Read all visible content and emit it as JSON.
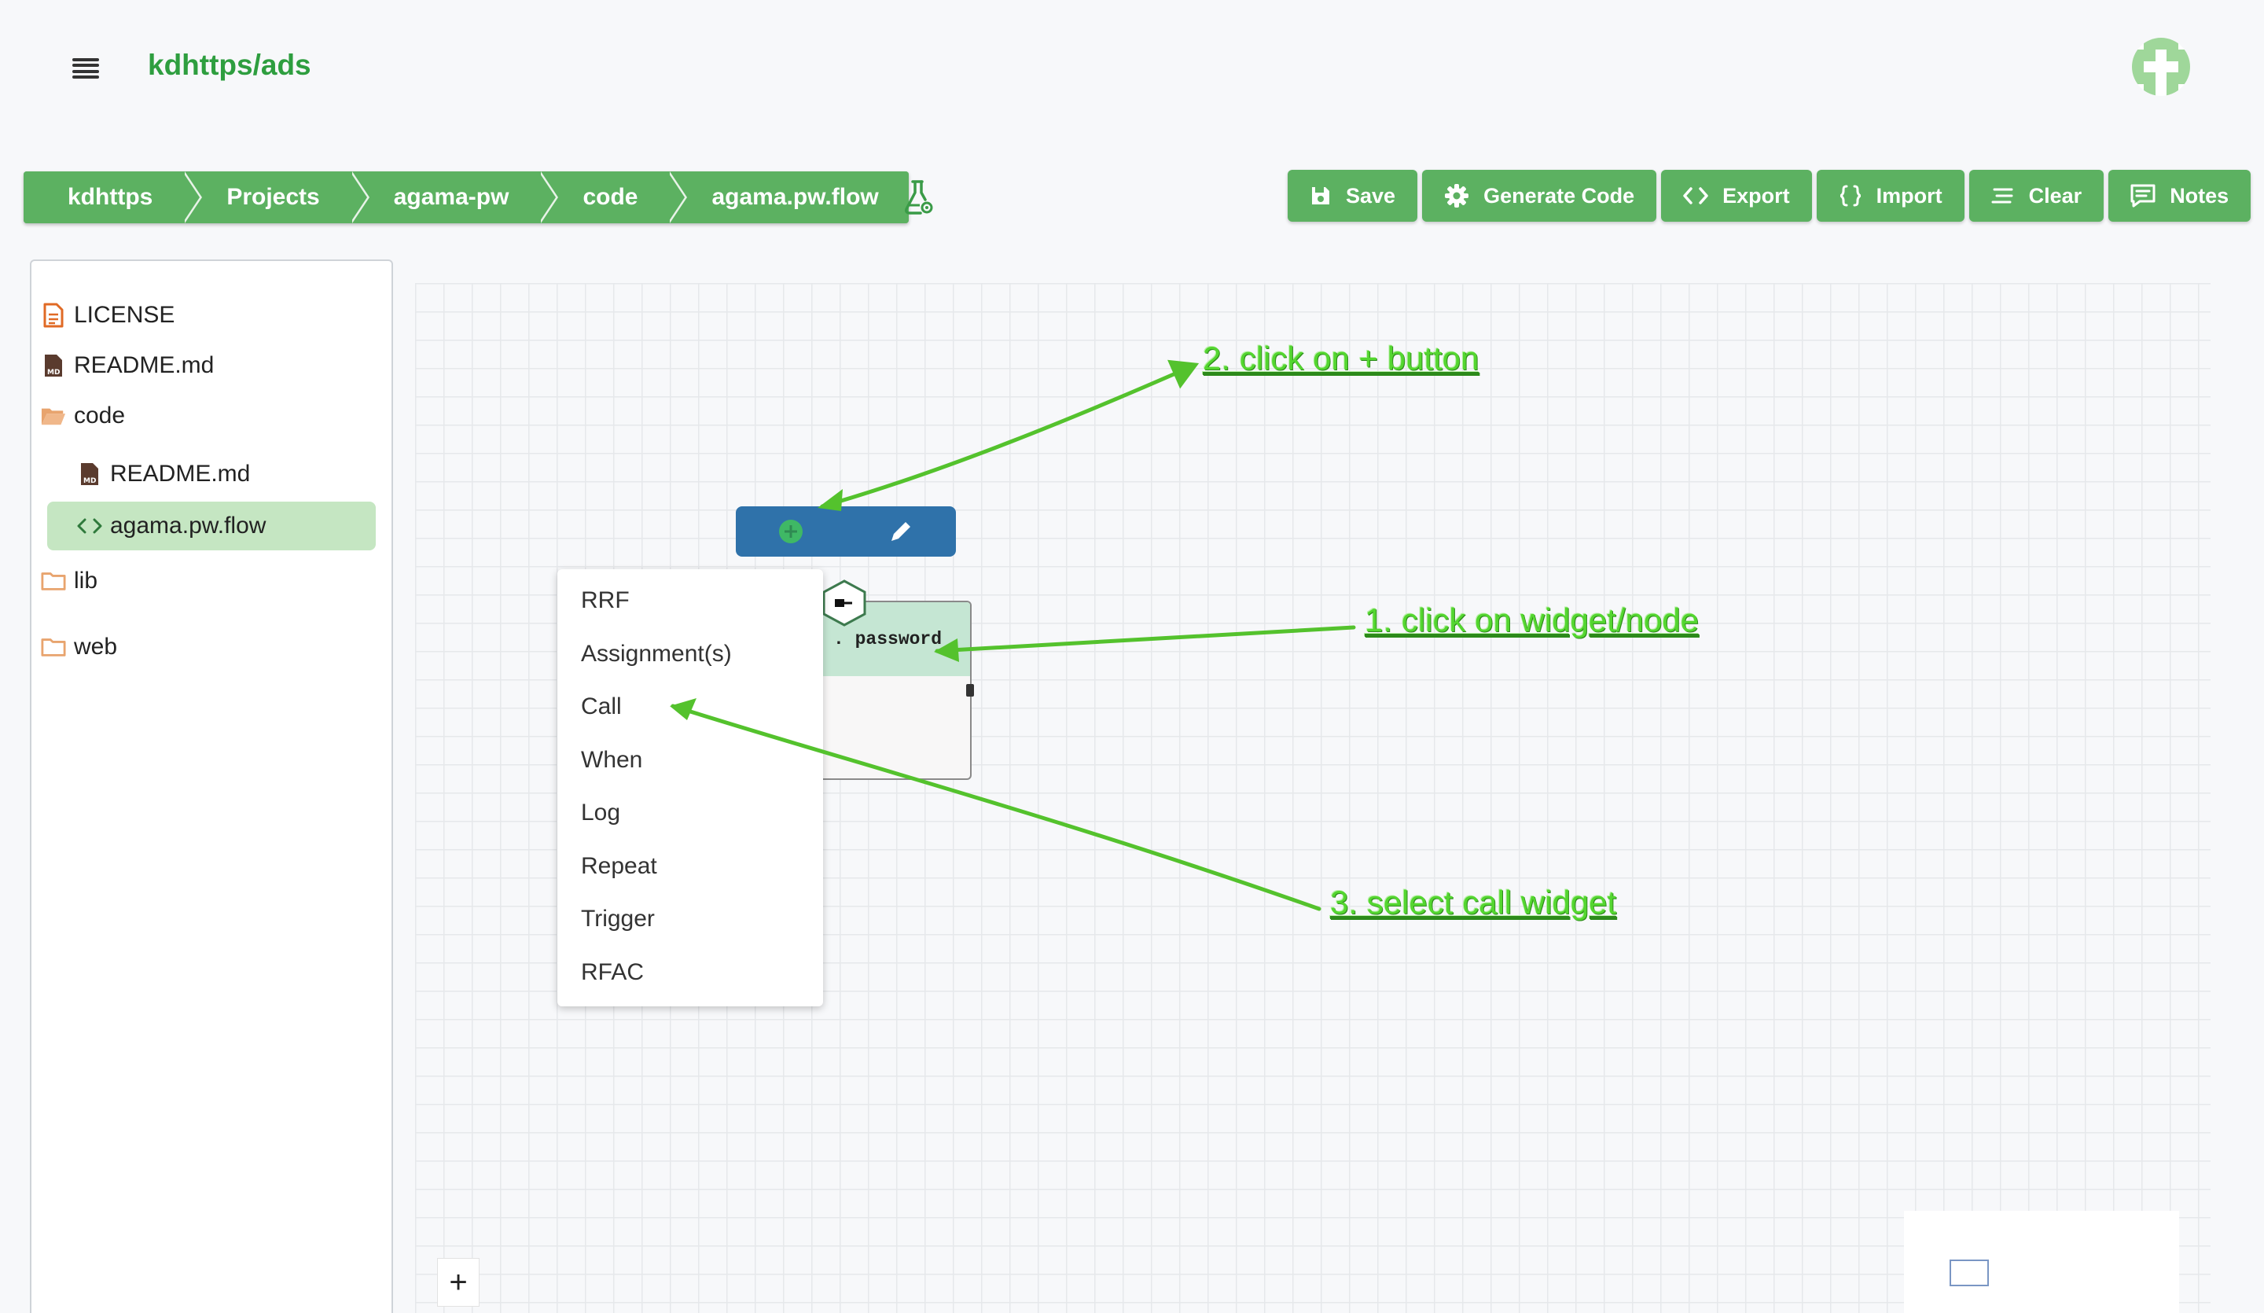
{
  "header": {
    "title": "kdhttps/ads",
    "menu_icon": "hamburger-menu-icon",
    "avatar_icon": "identicon-avatar"
  },
  "breadcrumb": {
    "items": [
      "kdhttps",
      "Projects",
      "agama-pw",
      "code",
      "agama.pw.flow"
    ]
  },
  "toolbar": {
    "buttons": [
      {
        "label": "Save",
        "icon": "save-icon"
      },
      {
        "label": "Generate Code",
        "icon": "gear-icon"
      },
      {
        "label": "Export",
        "icon": "code-icon"
      },
      {
        "label": "Import",
        "icon": "braces-icon"
      },
      {
        "label": "Clear",
        "icon": "clear-icon"
      },
      {
        "label": "Notes",
        "icon": "notes-icon"
      }
    ]
  },
  "sidebar": {
    "items": [
      {
        "label": "LICENSE",
        "icon": "document-icon"
      },
      {
        "label": "README.md",
        "icon": "markdown-file-icon"
      },
      {
        "label": "code",
        "icon": "folder-open-icon"
      },
      {
        "label": "README.md",
        "icon": "markdown-file-icon"
      },
      {
        "label": "agama.pw.flow",
        "icon": "code-icon"
      },
      {
        "label": "lib",
        "icon": "folder-icon"
      },
      {
        "label": "web",
        "icon": "folder-icon"
      }
    ]
  },
  "canvas": {
    "node": {
      "label": ". password"
    },
    "menu": [
      "RRF",
      "Assignment(s)",
      "Call",
      "When",
      "Log",
      "Repeat",
      "Trigger",
      "RFAC"
    ],
    "zoom_label": "+"
  },
  "annotations": {
    "step2": "2. click on + button",
    "step1": "1. click on widget/node",
    "step3": "3.  select call widget"
  },
  "colors": {
    "accent": "#5cb161",
    "title": "#2e9e3f",
    "node_toolbar": "#2f72aa",
    "annotation": "#54d630"
  }
}
